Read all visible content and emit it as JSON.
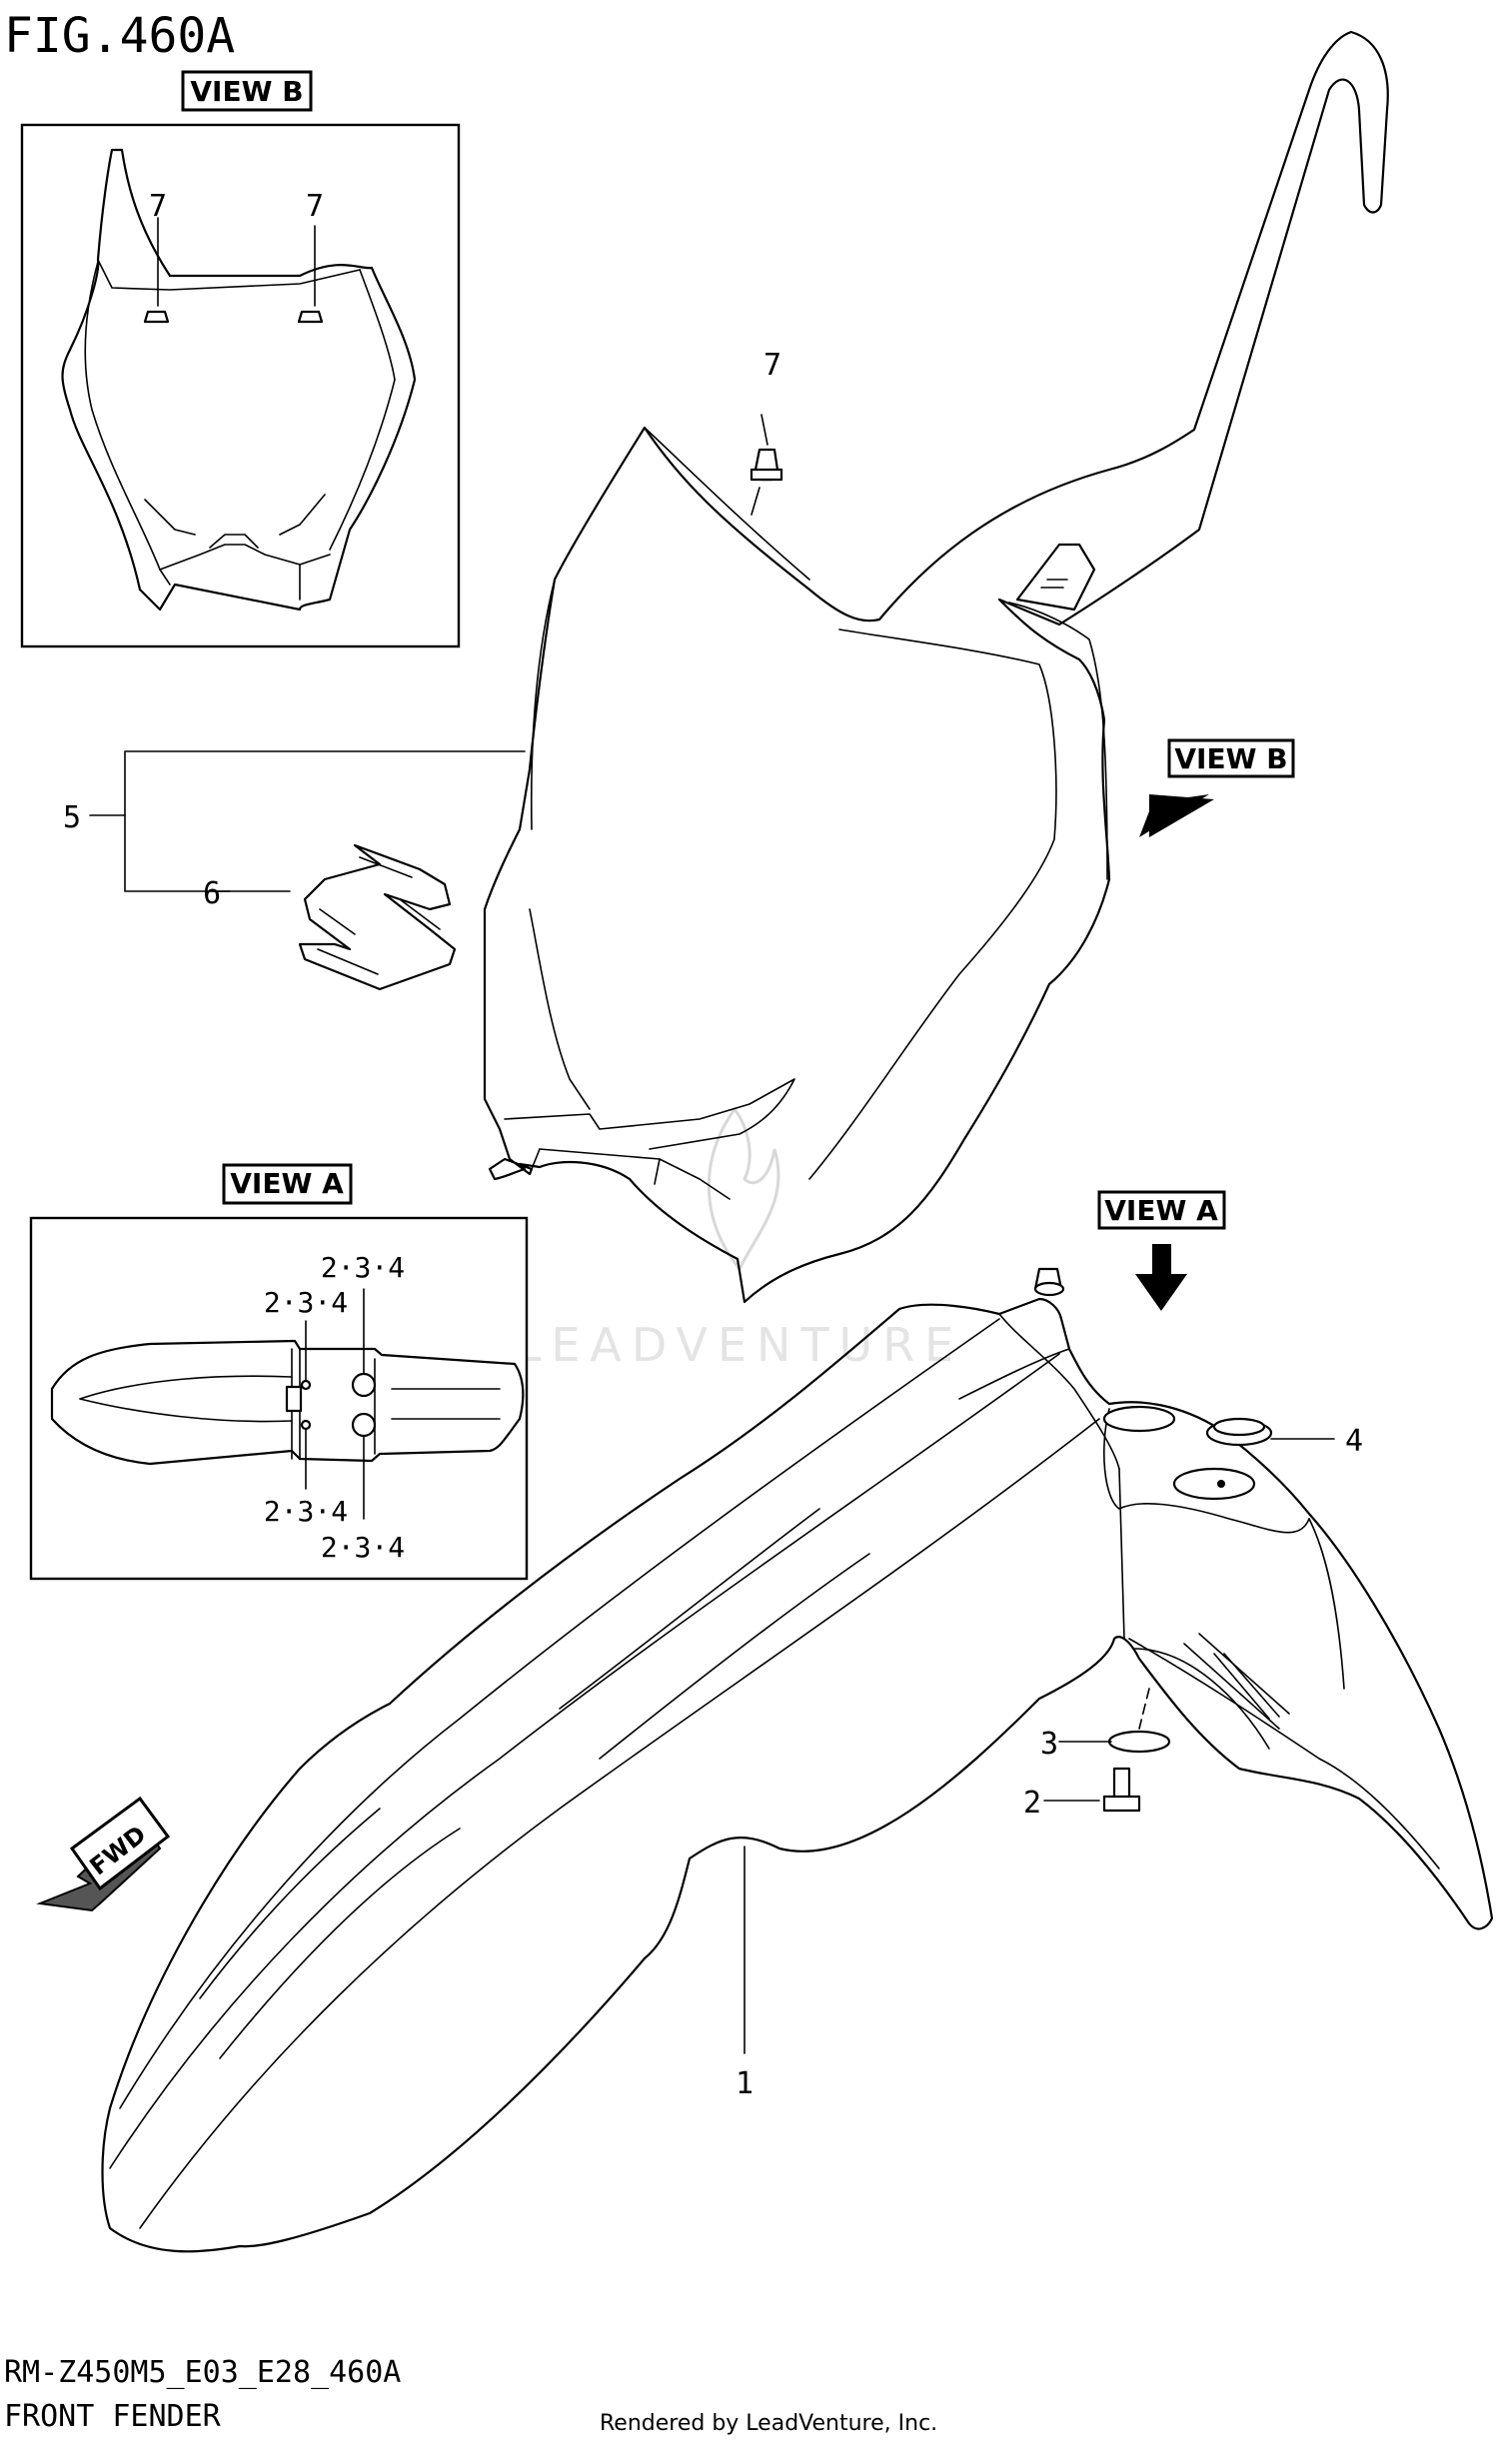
{
  "figure": {
    "title": "FIG.460A",
    "model_code": "RM-Z450M5_E03_E28_460A",
    "section": "FRONT FENDER",
    "rendered_by": "Rendered by LeadVenture, Inc.",
    "watermark": "LEADVENTURE"
  },
  "views": {
    "view_b_tag": "VIEW B",
    "view_a_tag": "VIEW A",
    "fwd_tag": "FWD"
  },
  "callouts": {
    "c1": "1",
    "c2": "2",
    "c3": "3",
    "c4": "4",
    "c5": "5",
    "c6": "6",
    "c7": "7",
    "vb7_left": "7",
    "vb7_right": "7",
    "va_tr": "2·3·4",
    "va_tl": "2·3·4",
    "va_bl": "2·3·4",
    "va_br": "2·3·4"
  }
}
